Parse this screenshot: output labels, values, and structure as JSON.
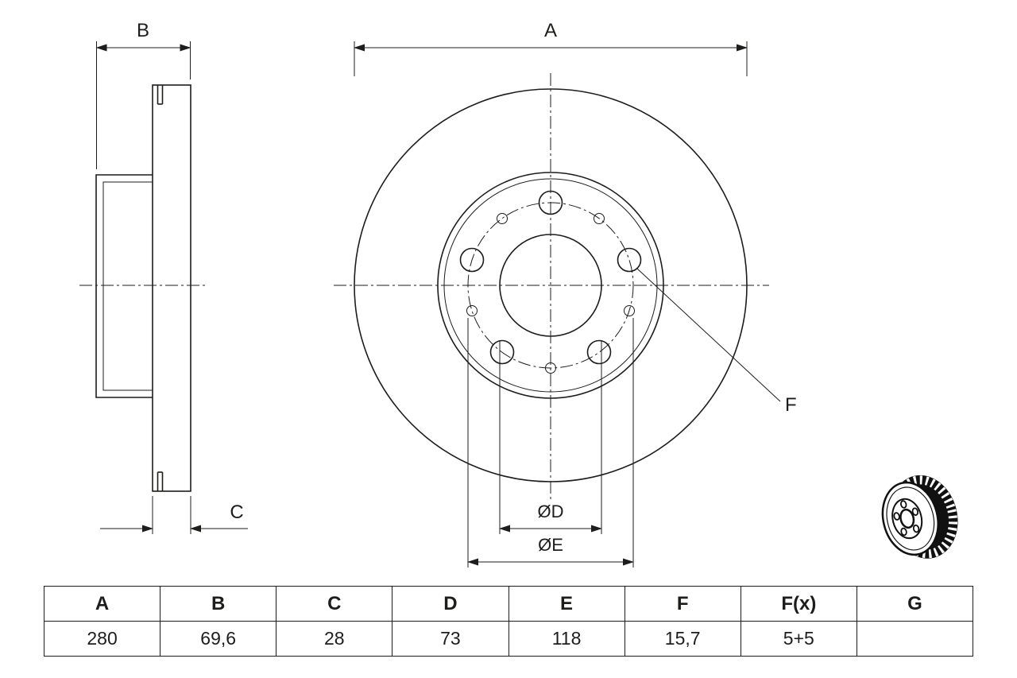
{
  "drawing": {
    "dim_a_label": "A",
    "dim_b_label": "B",
    "dim_c_label": "C",
    "dim_f_label": "F",
    "dim_d_label": "ØD",
    "dim_e_label": "ØE"
  },
  "table": {
    "headers": [
      "A",
      "B",
      "C",
      "D",
      "E",
      "F",
      "F(x)",
      "G"
    ],
    "values": [
      "280",
      "69,6",
      "28",
      "73",
      "118",
      "15,7",
      "5+5",
      ""
    ]
  },
  "colors": {
    "line": "#1d1d1b",
    "background": "#ffffff"
  }
}
